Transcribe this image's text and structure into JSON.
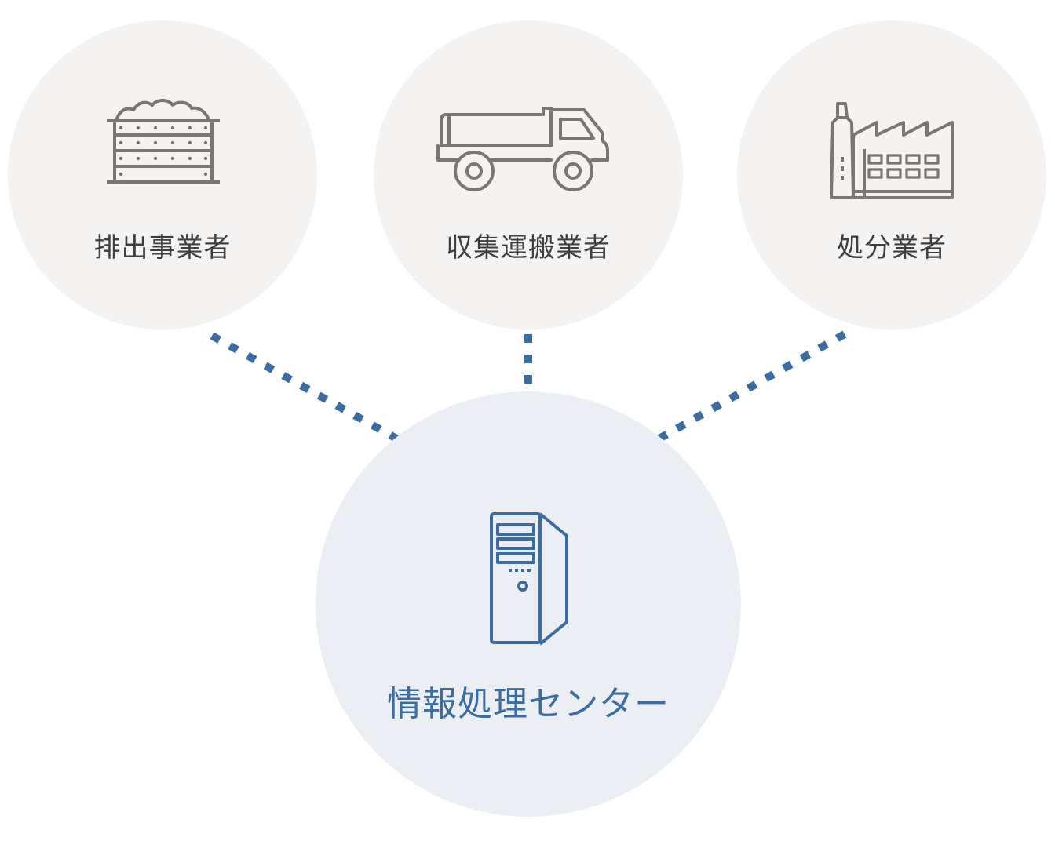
{
  "diagram": {
    "colors": {
      "party_fill": "#f5f3f1",
      "center_fill": "#ebeef2",
      "party_icon": "#7c7670",
      "center_icon": "#3b6da3",
      "connector": "#3b6da3",
      "party_text": "#3f3f3f",
      "center_text": "#3b6da3"
    },
    "parties": [
      {
        "label": "排出事業者",
        "icon": "waste-container-icon"
      },
      {
        "label": "収集運搬業者",
        "icon": "dump-truck-icon"
      },
      {
        "label": "処分業者",
        "icon": "factory-icon"
      }
    ],
    "center": {
      "label": "情報処理センター",
      "icon": "server-icon"
    },
    "connectors": [
      {
        "from": "排出事業者",
        "to": "情報処理センター",
        "style": "dotted"
      },
      {
        "from": "収集運搬業者",
        "to": "情報処理センター",
        "style": "dotted"
      },
      {
        "from": "処分業者",
        "to": "情報処理センター",
        "style": "dotted"
      }
    ]
  }
}
